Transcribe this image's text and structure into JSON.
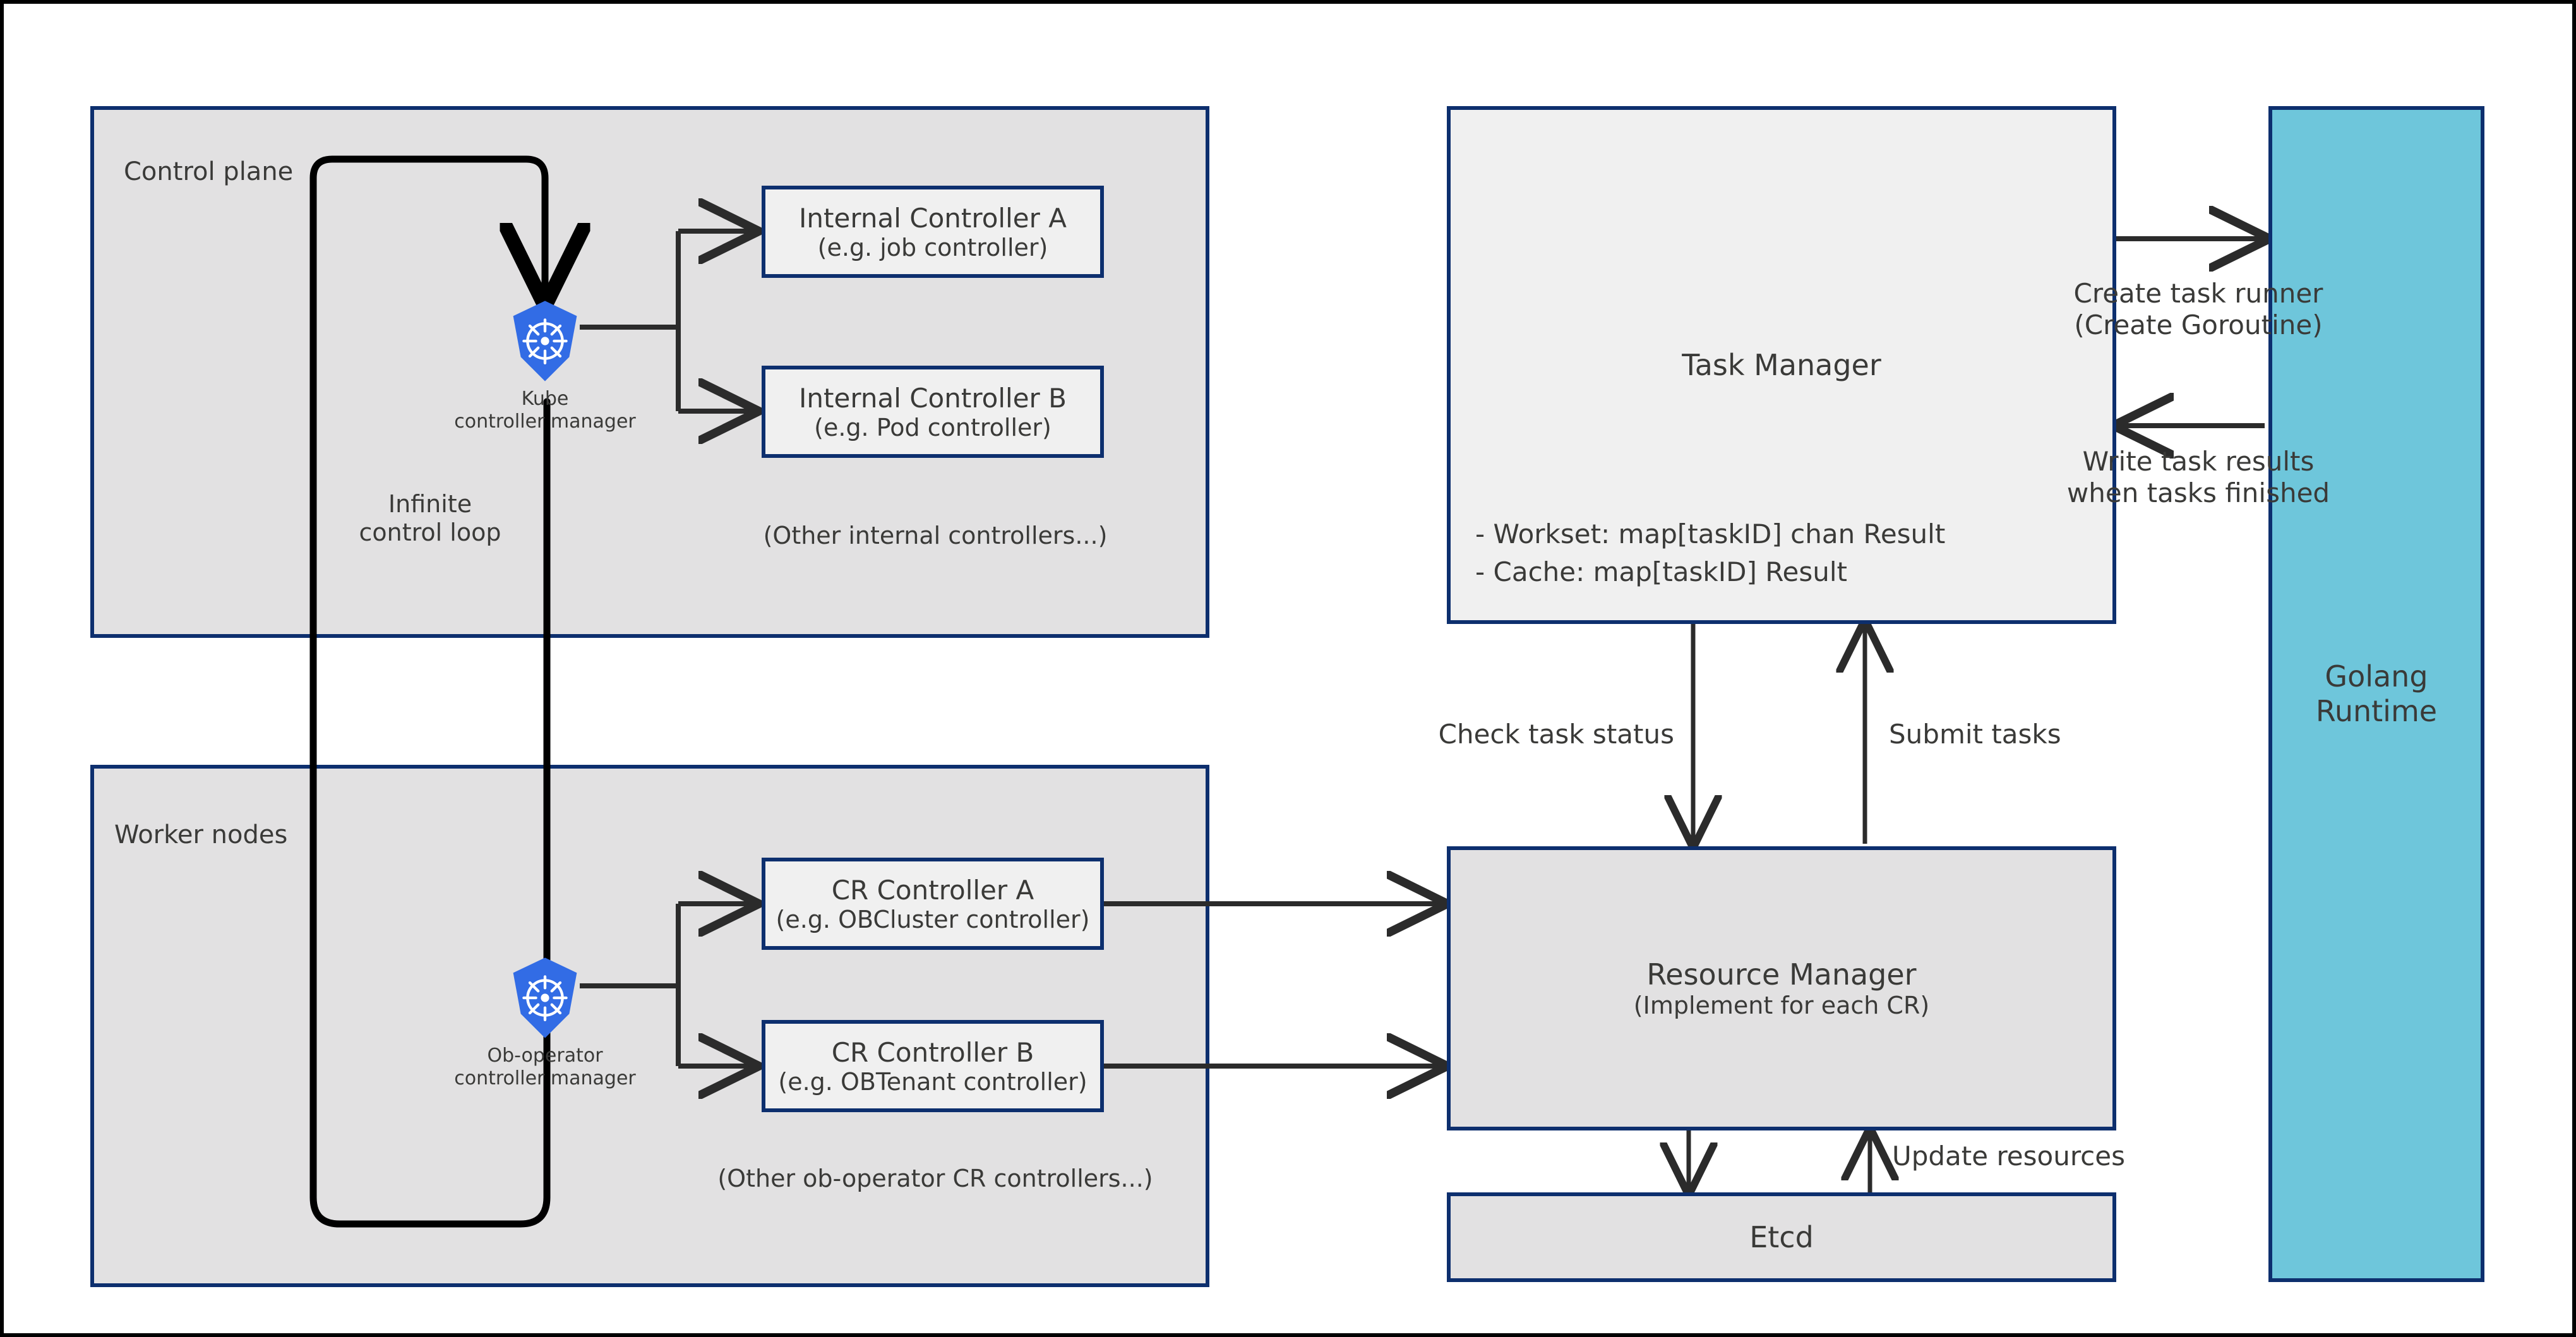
{
  "diagram": {
    "title": "ob-operator controller and task manager architecture",
    "colors": {
      "box_border": "#0d2f6e",
      "group_fill": "#e2e1e2",
      "node_fill": "#f0f0f0",
      "runtime_fill": "#6ec6db",
      "text": "#3a3a38",
      "arrow": "#2b2b2b",
      "k8s_blue": "#326ce5"
    }
  },
  "control_plane": {
    "group_label": "Control plane",
    "loop_label": "Infinite\ncontrol loop",
    "manager": {
      "icon": "kubernetes-icon",
      "label": "Kube\ncontroller manager"
    },
    "controllers": [
      {
        "title": "Internal Controller A",
        "subtitle": "(e.g. job controller)"
      },
      {
        "title": "Internal Controller B",
        "subtitle": "(e.g. Pod controller)"
      }
    ],
    "others_note": "(Other internal controllers...)"
  },
  "worker_nodes": {
    "group_label": "Worker nodes",
    "manager": {
      "icon": "kubernetes-icon",
      "label": "Ob-operator\ncontroller manager"
    },
    "controllers": [
      {
        "title": "CR Controller A",
        "subtitle": "(e.g. OBCluster controller)"
      },
      {
        "title": "CR Controller B",
        "subtitle": "(e.g. OBTenant controller)"
      }
    ],
    "others_note": "(Other ob-operator CR controllers...)"
  },
  "task_manager": {
    "title": "Task Manager",
    "fields": "- Workset: map[taskID] chan Result\n- Cache: map[taskID] Result"
  },
  "resource_manager": {
    "title": "Resource Manager",
    "subtitle": "(Implement for each CR)"
  },
  "etcd": {
    "title": "Etcd"
  },
  "golang_runtime": {
    "title": "Golang\nRuntime"
  },
  "edge_labels": {
    "create_task_runner": "Create task runner\n(Create Goroutine)",
    "write_task_results": "Write task results\nwhen tasks finished",
    "check_task_status": "Check task status",
    "submit_tasks": "Submit tasks",
    "update_resources": "Update resources"
  }
}
